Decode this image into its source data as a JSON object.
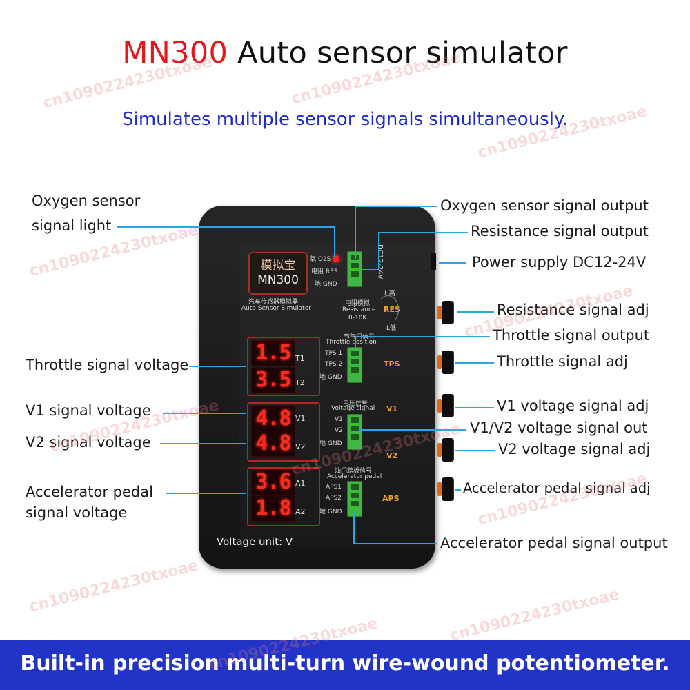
{
  "title": {
    "model": "MN300",
    "rest": " Auto sensor simulator"
  },
  "subtitle": "Simulates multiple sensor signals simultaneously.",
  "left_labels": {
    "o2_light_1": "Oxygen sensor",
    "o2_light_2": "signal light",
    "throttle_voltage": "Throttle signal voltage",
    "v1_voltage": "V1 signal voltage",
    "v2_voltage": "V2 signal voltage",
    "accel_voltage_1": "Accelerator pedal",
    "accel_voltage_2": "signal voltage"
  },
  "right_labels": {
    "o2_output": "Oxygen sensor signal output",
    "res_output": "Resistance signal output",
    "power": "Power supply DC12-24V",
    "res_adj": "Resistance signal adj",
    "throttle_output": "Throttle signal output",
    "throttle_adj": "Throttle signal adj",
    "v1_adj": "V1 voltage signal adj",
    "v1v2_out": "V1/V2 voltage signal out",
    "v2_adj": "V2 voltage signal adj",
    "accel_adj": "Accelerator pedal signal adj",
    "accel_output": "Accelerator pedal signal output"
  },
  "device": {
    "logo_cn": "模拟宝",
    "logo_model": "MN300",
    "name_cn": "汽车传感器模拟器",
    "name_en": "Auto Sensor Simulator",
    "o2_labels": [
      "氧 O2S",
      "电阻 RES",
      "地 GND"
    ],
    "power_label": "DC12-24V",
    "res_cn": "电阻模拟",
    "res_en": "Resistance",
    "res_range": "0-10K",
    "res_high": "H高",
    "res_tag": "RES",
    "res_low": "L低",
    "throttle_cn": "节气门信号",
    "throttle_en": "Throttle position",
    "throttle_pins": [
      "TPS 1",
      "TPS 2",
      "地 GND"
    ],
    "throttle_tag": "TPS",
    "voltage_cn": "电压信号",
    "voltage_en": "Voltage signal",
    "voltage_pins": [
      "V1",
      "V2",
      "地 GND"
    ],
    "v1_tag": "V1",
    "v2_tag": "V2",
    "accel_cn": "油门踏板信号",
    "accel_en": "Accelerator pedal",
    "accel_pins": [
      "APS1",
      "APS2",
      "地 GND"
    ],
    "accel_tag": "APS",
    "displays": [
      {
        "value": "1.5",
        "tag": "T1"
      },
      {
        "value": "3.5",
        "tag": "T2"
      },
      {
        "value": "4.8",
        "tag": "V1"
      },
      {
        "value": "4.8",
        "tag": "V2"
      },
      {
        "value": "3.6",
        "tag": "A1"
      },
      {
        "value": "1.8",
        "tag": "A2"
      }
    ],
    "unit_note": "Voltage unit: V"
  },
  "bottom_banner": "Built-in precision multi-turn wire-wound potentiometer.",
  "watermark": "cn1090224230txoae",
  "colors": {
    "accent_red": "#e8161b",
    "subtitle_blue": "#1f2bd0",
    "banner_blue": "#2234c8",
    "callout_line": "#2aa6e6",
    "display_red": "#ff2a1e"
  }
}
